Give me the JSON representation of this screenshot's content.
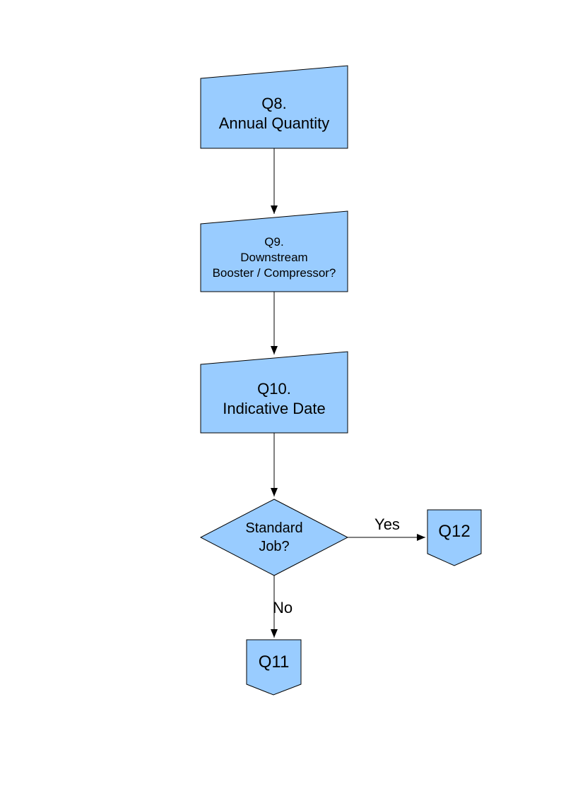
{
  "diagram": {
    "colors": {
      "node_fill": "#99CCFF",
      "node_border": "#000000",
      "connector": "#000000",
      "page_background": "#FFFFFF"
    },
    "nodes": {
      "q8": {
        "type": "manual-input",
        "lines": [
          "Q8.",
          "Annual Quantity"
        ]
      },
      "q9": {
        "type": "manual-input",
        "lines": [
          "Q9.",
          "Downstream",
          "Booster / Compressor?"
        ]
      },
      "q10": {
        "type": "manual-input",
        "lines": [
          "Q10.",
          "Indicative Date"
        ]
      },
      "decision": {
        "type": "decision",
        "lines": [
          "Standard",
          "Job?"
        ]
      },
      "q12": {
        "type": "off-page-connector",
        "label": "Q12"
      },
      "q11": {
        "type": "off-page-connector",
        "label": "Q11"
      }
    },
    "edges": {
      "yes_label": "Yes",
      "no_label": "No"
    }
  }
}
